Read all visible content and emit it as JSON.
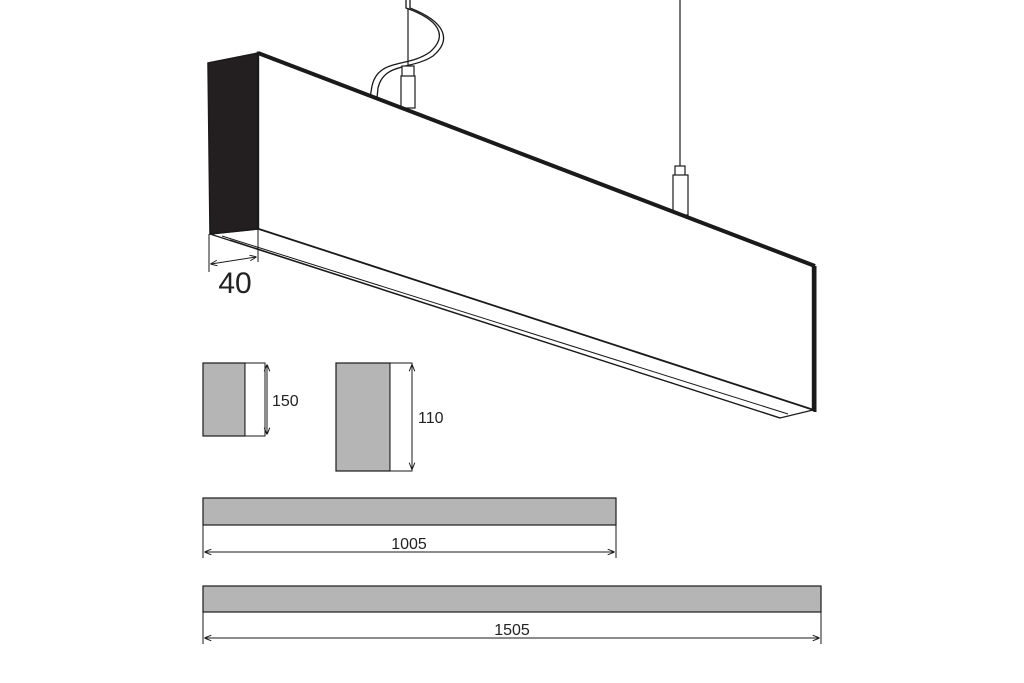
{
  "dimensions": {
    "depth_label": "40",
    "height_a_label": "150",
    "height_b_label": "110",
    "length_a_label": "1005",
    "length_b_label": "1505"
  },
  "colors": {
    "line": "#1a1a1a",
    "fill_gray": "#b5b5b5",
    "end_cap": "#231f20",
    "background": "#ffffff"
  }
}
